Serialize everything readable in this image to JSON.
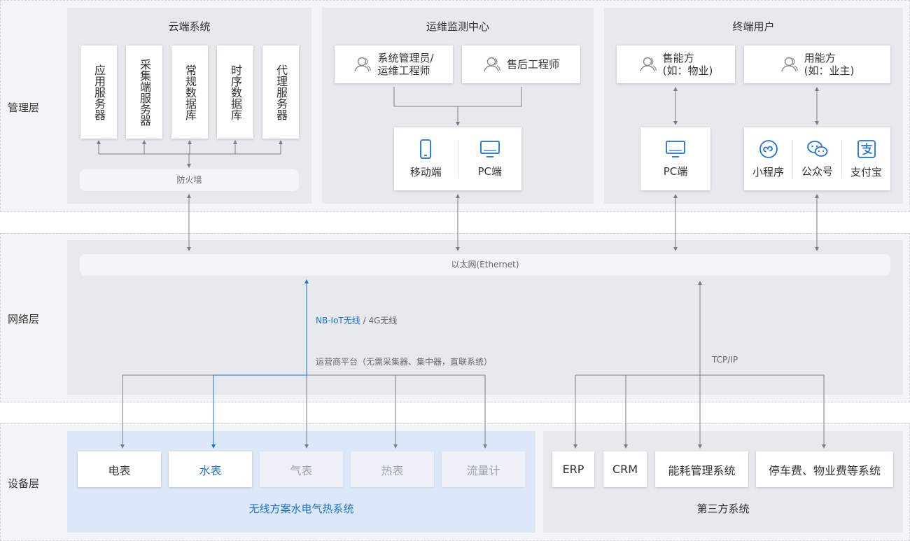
{
  "layers": {
    "management": "管理层",
    "network": "网络层",
    "device": "设备层"
  },
  "cloud": {
    "title": "云端系统",
    "servers": [
      "应用服务器",
      "采集端服务器",
      "常规数据库",
      "时序数据库",
      "代理服务器"
    ],
    "firewall": "防火墙"
  },
  "ops": {
    "title": "运维监测中心",
    "roles": [
      {
        "line1": "系统管理员/",
        "line2": "运维工程师"
      },
      {
        "line1": "售后工程师",
        "line2": ""
      }
    ],
    "devices": [
      {
        "label": "移动端",
        "icon": "mobile-icon"
      },
      {
        "label": "PC端",
        "icon": "monitor-icon"
      }
    ]
  },
  "terminal": {
    "title": "终端用户",
    "roles": [
      {
        "line1": "售能方",
        "line2": "(如：物业)"
      },
      {
        "line1": "用能方",
        "line2": "(如：业主)"
      }
    ],
    "pc": {
      "label": "PC端",
      "icon": "monitor-icon"
    },
    "apps": [
      {
        "label": "小程序",
        "icon": "mini-program-icon"
      },
      {
        "label": "公众号",
        "icon": "wechat-icon"
      },
      {
        "label": "支付宝",
        "icon": "alipay-icon"
      }
    ]
  },
  "network": {
    "ethernet": "以太网(Ethernet)",
    "nbiot": "NB-IoT无线",
    "sep": " / ",
    "g4": "4G无线",
    "operator": "运营商平台（无需采集器、集中器，直联系统）",
    "tcpip": "TCP/IP"
  },
  "wireless": {
    "title": "无线方案水电气热系统",
    "items": [
      "电表",
      "水表",
      "气表",
      "热表",
      "流量计"
    ]
  },
  "third": {
    "title": "第三方系统",
    "items": [
      "ERP",
      "CRM",
      "能耗管理系统",
      "停车费、物业费等系统"
    ]
  },
  "colors": {
    "accent": "#1a73d9",
    "line": "#7a7f87"
  }
}
